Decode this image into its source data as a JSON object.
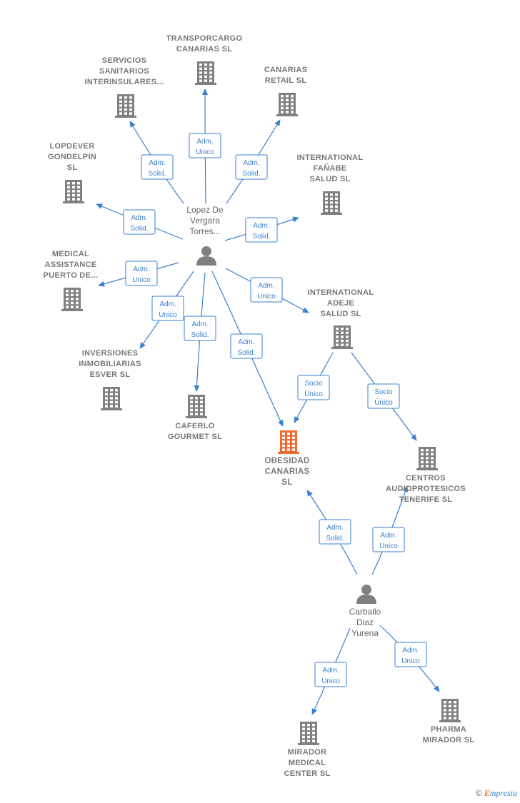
{
  "colors": {
    "company": "#808080",
    "highlight": "#f06a35",
    "person": "#808080",
    "edge": "#3a7fd0"
  },
  "nodes": [
    {
      "id": "transporcargo",
      "kind": "company",
      "lines": [
        "TRANSPORCARGO",
        "CANARIAS  SL"
      ]
    },
    {
      "id": "servicios",
      "kind": "company",
      "lines": [
        "SERVICIOS",
        "SANITARIOS",
        "INTERINSULARES..."
      ]
    },
    {
      "id": "canarias_retail",
      "kind": "company",
      "lines": [
        "CANARIAS",
        "RETAIL  SL"
      ]
    },
    {
      "id": "lopdever",
      "kind": "company",
      "lines": [
        "LOPDEVER",
        "GONDELPIN",
        "SL"
      ]
    },
    {
      "id": "fanabe",
      "kind": "company",
      "lines": [
        "INTERNATIONAL",
        "FAÑABE",
        "SALUD  SL"
      ]
    },
    {
      "id": "lopez",
      "kind": "person",
      "lines": [
        "Lopez De",
        "Vergara",
        "Torres..."
      ]
    },
    {
      "id": "medical",
      "kind": "company",
      "lines": [
        "MEDICAL",
        "ASSISTANCE",
        "PUERTO DE..."
      ]
    },
    {
      "id": "adeje",
      "kind": "company",
      "lines": [
        "INTERNATIONAL",
        "ADEJE",
        "SALUD  SL"
      ]
    },
    {
      "id": "inversiones",
      "kind": "company",
      "lines": [
        "INVERSIONES",
        "INMOBILIARIAS",
        "ESVER  SL"
      ]
    },
    {
      "id": "caferlo",
      "kind": "company",
      "lines": [
        "CAFERLO",
        "GOURMET  SL"
      ]
    },
    {
      "id": "obesidad",
      "kind": "highlight",
      "lines": [
        "OBESIDAD",
        "CANARIAS",
        "SL"
      ]
    },
    {
      "id": "centros",
      "kind": "company",
      "lines": [
        "CENTROS",
        "AUDIOPROTESICOS",
        "TENERIFE  SL"
      ]
    },
    {
      "id": "carballo",
      "kind": "person",
      "lines": [
        "Carballo",
        "Diaz",
        "Yurena"
      ]
    },
    {
      "id": "mirador",
      "kind": "company",
      "lines": [
        "MIRADOR",
        "MEDICAL",
        "CENTER  SL"
      ]
    },
    {
      "id": "pharma",
      "kind": "company",
      "lines": [
        "PHARMA",
        "MIRADOR  SL"
      ]
    }
  ],
  "edges": [
    {
      "from": "lopez",
      "to": "transporcargo",
      "lines": [
        "Adm.",
        "Unico"
      ]
    },
    {
      "from": "lopez",
      "to": "servicios",
      "lines": [
        "Adm.",
        "Solid."
      ]
    },
    {
      "from": "lopez",
      "to": "canarias_retail",
      "lines": [
        "Adm.",
        "Solid."
      ]
    },
    {
      "from": "lopez",
      "to": "lopdever",
      "lines": [
        "Adm.",
        "Solid."
      ]
    },
    {
      "from": "lopez",
      "to": "fanabe",
      "lines": [
        "Adm.",
        "Solid."
      ]
    },
    {
      "from": "lopez",
      "to": "medical",
      "lines": [
        "Adm.",
        "Unico"
      ]
    },
    {
      "from": "lopez",
      "to": "adeje",
      "lines": [
        "Adm.",
        "Unico"
      ]
    },
    {
      "from": "lopez",
      "to": "inversiones",
      "lines": [
        "Adm.",
        "Unico"
      ]
    },
    {
      "from": "lopez",
      "to": "caferlo",
      "lines": [
        "Adm.",
        "Solid."
      ]
    },
    {
      "from": "lopez",
      "to": "obesidad",
      "lines": [
        "Adm.",
        "Solid."
      ]
    },
    {
      "from": "adeje",
      "to": "obesidad",
      "lines": [
        "Socio",
        "Único"
      ]
    },
    {
      "from": "adeje",
      "to": "centros",
      "lines": [
        "Socio",
        "Único"
      ]
    },
    {
      "from": "carballo",
      "to": "obesidad",
      "lines": [
        "Adm.",
        "Solid."
      ]
    },
    {
      "from": "carballo",
      "to": "centros",
      "lines": [
        "Adm.",
        "Unico"
      ]
    },
    {
      "from": "carballo",
      "to": "mirador",
      "lines": [
        "Adm.",
        "Unico"
      ]
    },
    {
      "from": "carballo",
      "to": "pharma",
      "lines": [
        "Adm.",
        "Unico"
      ]
    }
  ],
  "credit": {
    "symbol": "©",
    "initial": "E",
    "rest": "mpresia"
  }
}
